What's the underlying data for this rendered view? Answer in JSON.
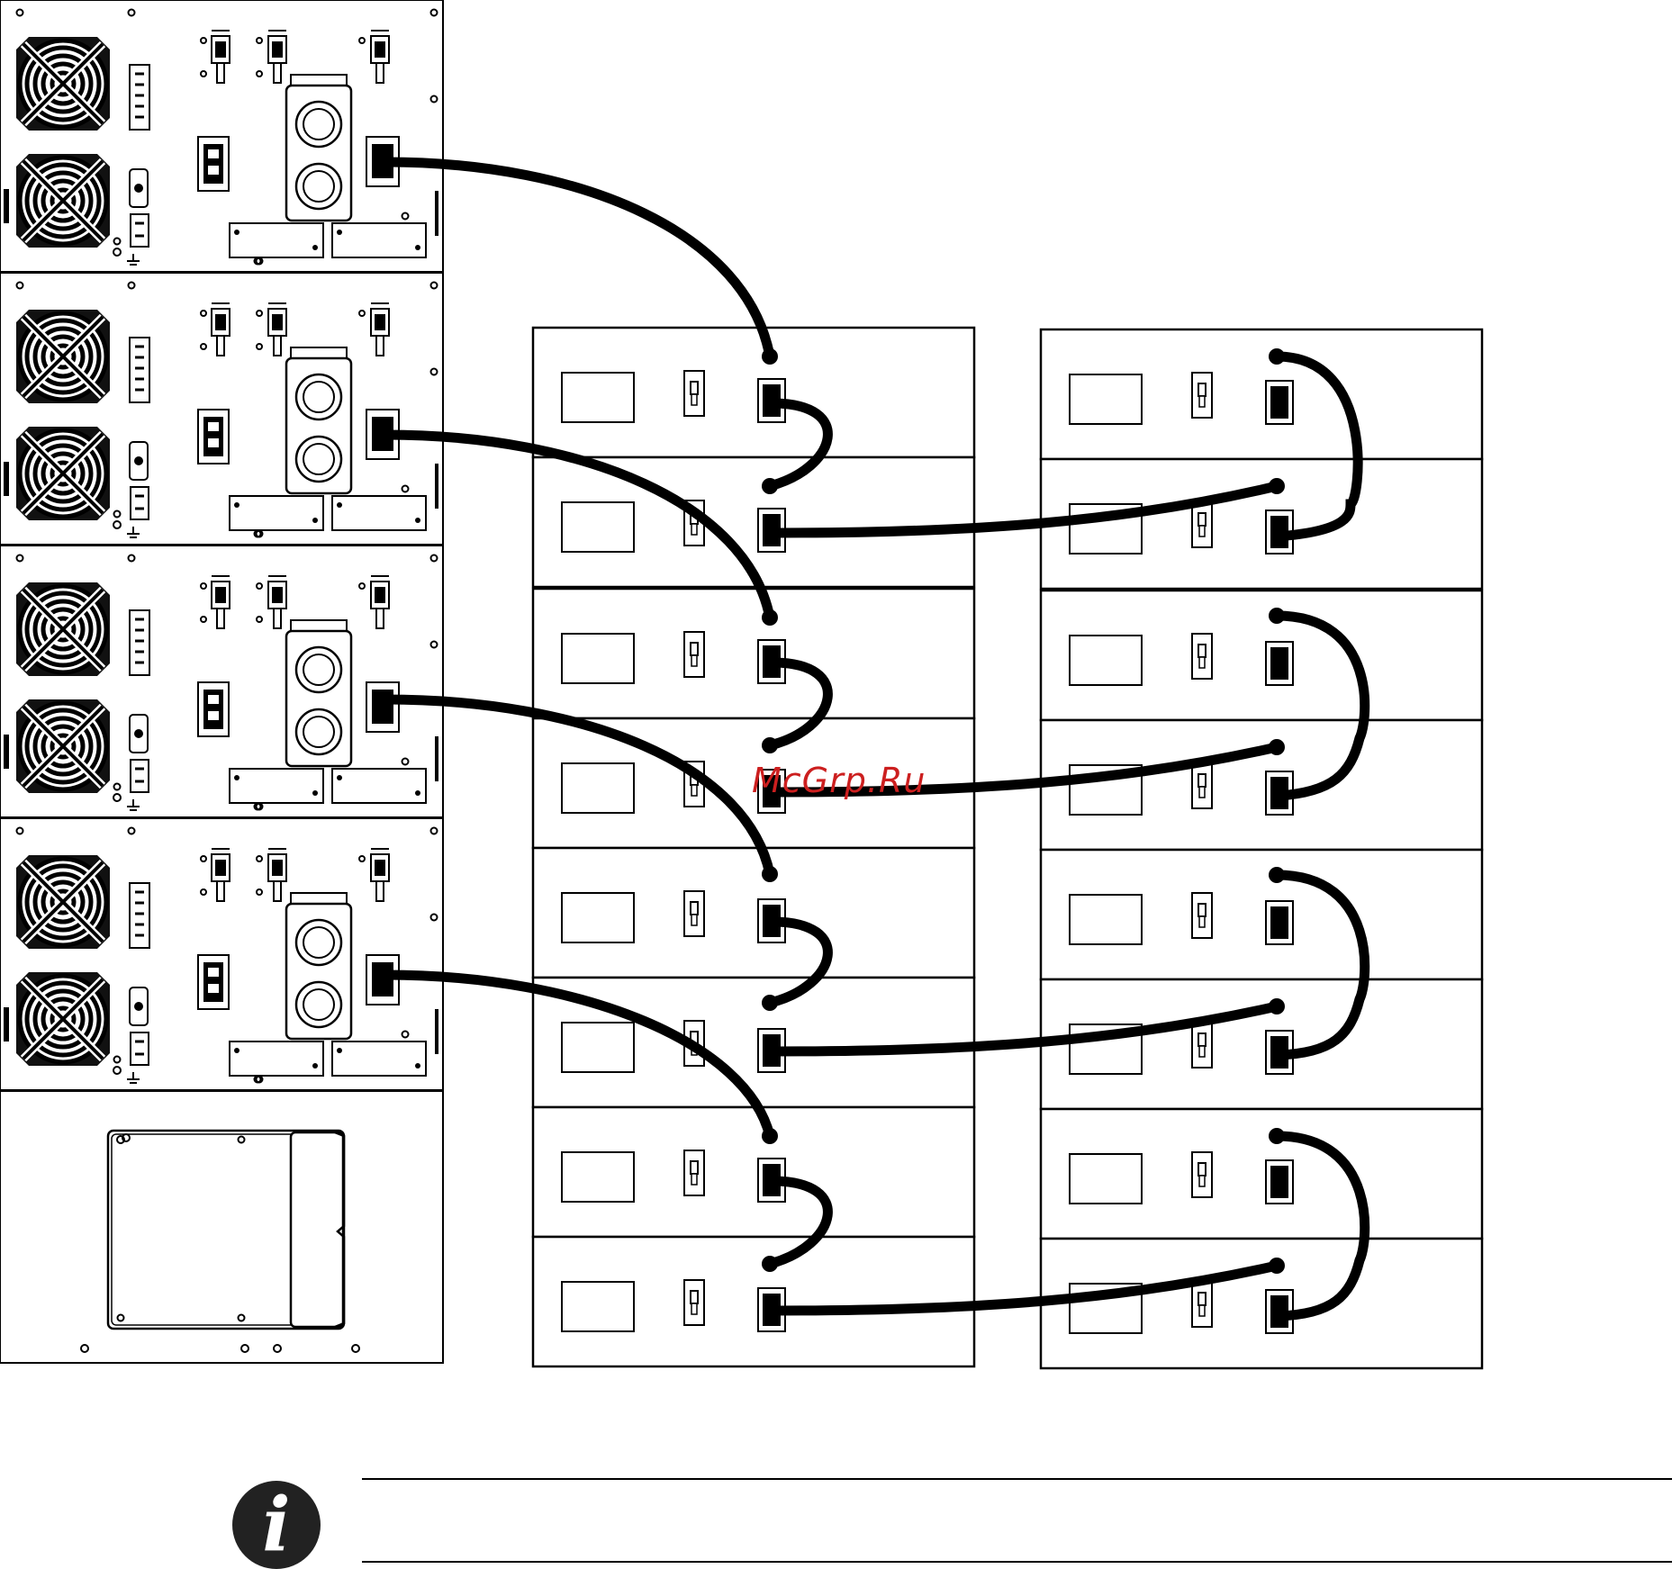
{
  "watermark": {
    "text": "McGrp.Ru",
    "color": "#cc1f1f"
  },
  "info_note": {
    "icon": "info-icon",
    "glyph": "i",
    "text": ""
  },
  "diagram": {
    "ups_modules": 4,
    "battery_columns": 2,
    "battery_units_per_column": 8,
    "cable_color": "#000000"
  }
}
